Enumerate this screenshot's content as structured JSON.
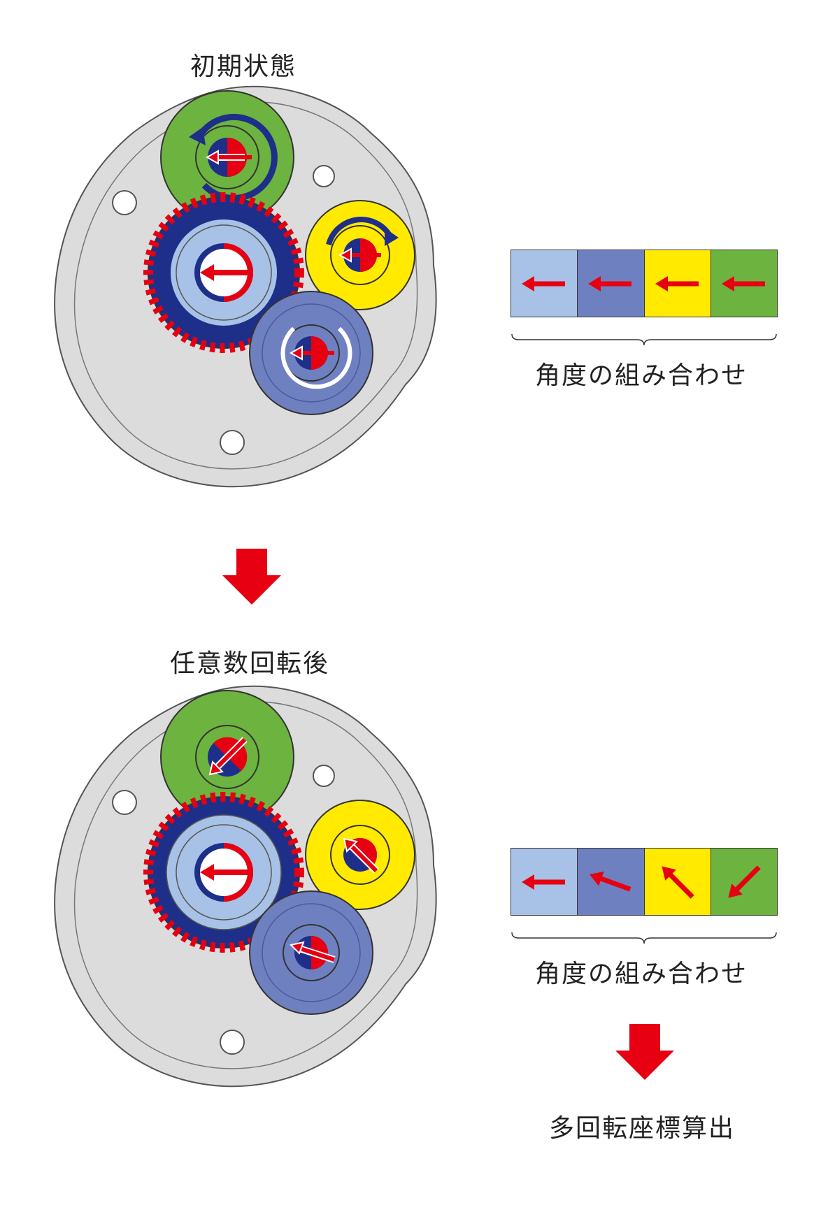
{
  "labels": {
    "initial_state": "初期状態",
    "after_rotation": "任意数回転後",
    "combination_top": "角度の組み合わせ",
    "combination_bottom": "角度の組み合わせ",
    "result": "多回転座標算出"
  },
  "colors": {
    "plate": "#dcdcdc",
    "plate_stroke": "#555555",
    "gear_green": "#6cb33f",
    "gear_yellow": "#ffea00",
    "gear_lightblue": "#a8c1e6",
    "gear_blue": "#6f80c0",
    "magnet_ring": "#1e2f8a",
    "arrow_red": "#e60012"
  },
  "icons": {
    "down_arrow": "down-arrow-icon",
    "angle_arrow": "angle-arrow-icon",
    "rotation_arrow": "rotation-arrow-icon"
  },
  "angle_combinations": {
    "initial": [
      {
        "gear": "lightblue",
        "color": "#a8c1e6",
        "angle_deg": 180
      },
      {
        "gear": "blue",
        "color": "#6f80c0",
        "angle_deg": 180
      },
      {
        "gear": "yellow",
        "color": "#ffea00",
        "angle_deg": 180
      },
      {
        "gear": "green",
        "color": "#6cb33f",
        "angle_deg": 180
      }
    ],
    "after": [
      {
        "gear": "lightblue",
        "color": "#a8c1e6",
        "angle_deg": 180
      },
      {
        "gear": "blue",
        "color": "#6f80c0",
        "angle_deg": 160
      },
      {
        "gear": "yellow",
        "color": "#ffea00",
        "angle_deg": 135
      },
      {
        "gear": "green",
        "color": "#6cb33f",
        "angle_deg": 225
      }
    ]
  }
}
